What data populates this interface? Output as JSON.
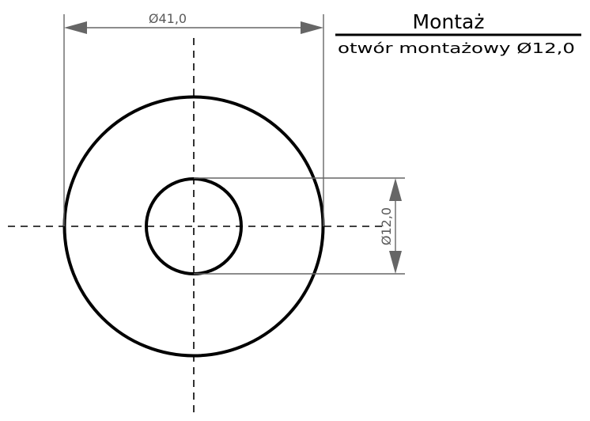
{
  "title": "Montaż",
  "subtitle": "otwór montażowy Ø12,0",
  "dimensions": {
    "outer_diameter": "Ø41,0",
    "inner_diameter": "Ø12,0"
  },
  "part": {
    "outer_diameter_mm": 41.0,
    "hole_diameter_mm": 12.0
  }
}
